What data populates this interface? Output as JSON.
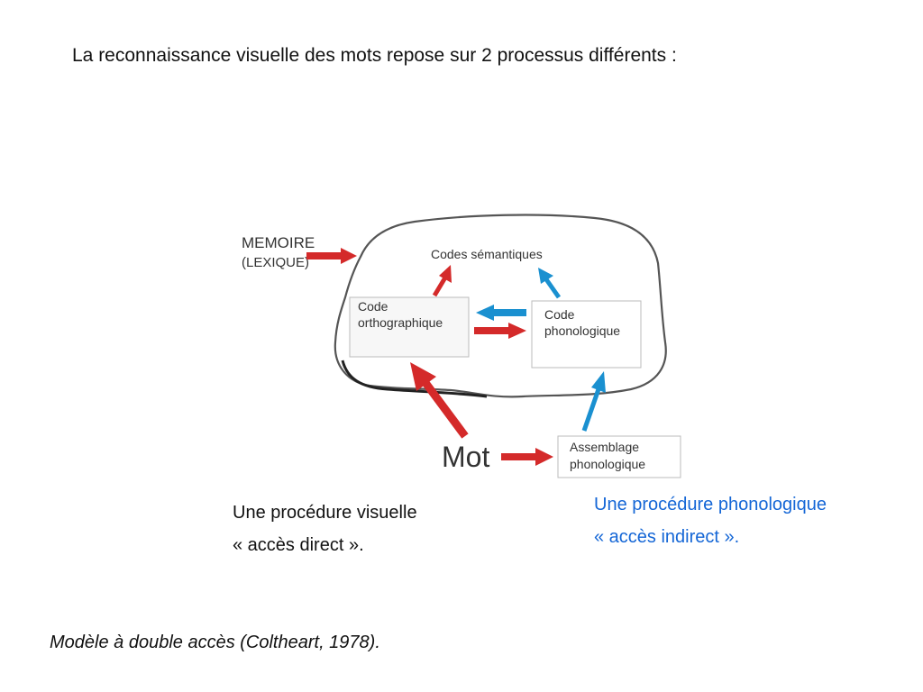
{
  "title": "La reconnaissance visuelle des mots repose sur 2 processus différents :",
  "diagram": {
    "memoire": "MEMOIRE",
    "lexique": "(LEXIQUE)",
    "codes_semantiques": "Codes sémantiques",
    "code_ortho_line1": "Code",
    "code_ortho_line2": "orthographique",
    "code_phono_line1": "Code",
    "code_phono_line2": "phonologique",
    "mot": "Mot",
    "assemblage_line1": "Assemblage",
    "assemblage_line2": "phonologique"
  },
  "procedures": {
    "visual_line1": "Une procédure visuelle",
    "visual_line2": "« accès direct ».",
    "phono_line1": "Une procédure phonologique",
    "phono_line2": "« accès indirect »."
  },
  "caption": "Modèle à double accès (Coltheart, 1978).",
  "colors": {
    "red_arrow": "#d42a2a",
    "blue_arrow": "#1a90d0",
    "phono_text": "#1466d6"
  }
}
